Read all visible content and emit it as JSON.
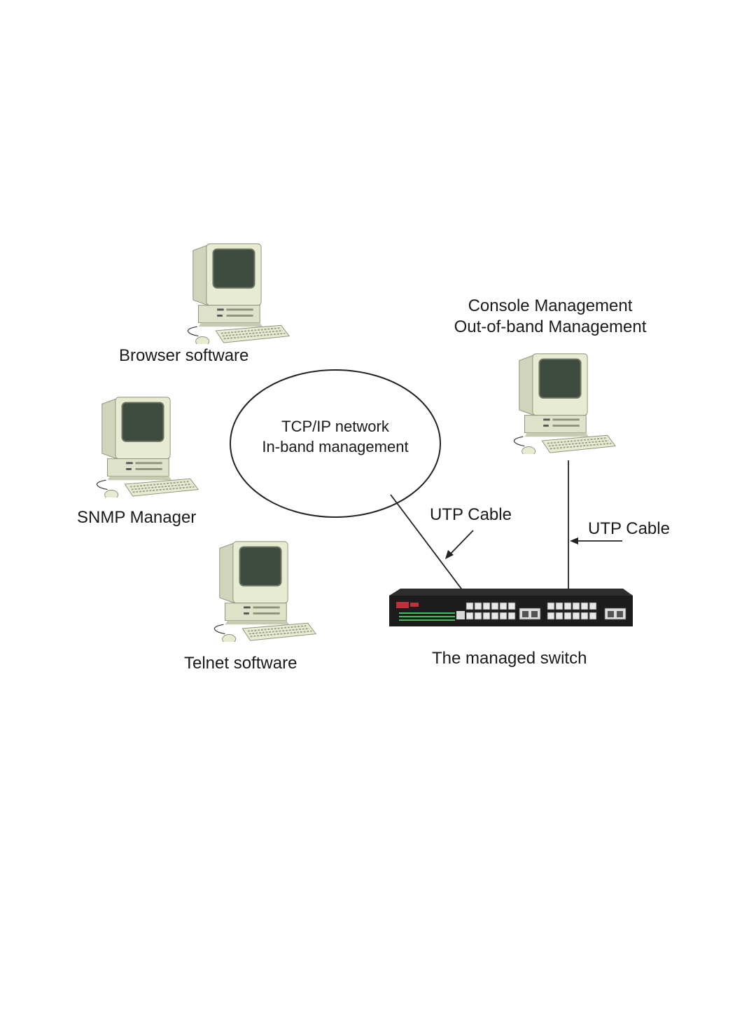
{
  "nodes": {
    "browser": {
      "label": "Browser software"
    },
    "snmp": {
      "label": "SNMP Manager"
    },
    "telnet": {
      "label": "Telnet software"
    },
    "console": {
      "line1": "Console Management",
      "line2": "Out-of-band Management"
    },
    "network": {
      "line1": "TCP/IP network",
      "line2": "In-band management"
    },
    "switch": {
      "label": "The managed switch"
    }
  },
  "cables": {
    "inband_label": "UTP Cable",
    "console_label": "UTP Cable"
  },
  "colors": {
    "computer_body": "#e6ebd2",
    "computer_shadow": "#c6ccb2",
    "screen": "#3e4c40",
    "switch_body": "#1c1c1c",
    "switch_brand": "#c0303a",
    "port_led": "#3fbf5a"
  },
  "icons": [
    "desktop-computer-icon",
    "network-switch-icon"
  ]
}
